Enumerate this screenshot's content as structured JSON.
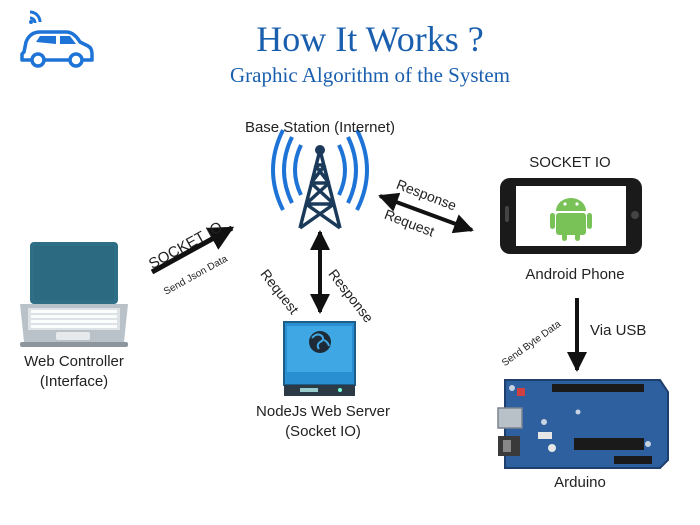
{
  "header": {
    "title": "How It Works ?",
    "subtitle": "Graphic Algorithm of the System"
  },
  "nodes": {
    "base_station": "Base Station (Internet)",
    "web_controller": [
      "Web Controller",
      "(Interface)"
    ],
    "android_phone": {
      "top_label": "SOCKET IO",
      "label": "Android Phone"
    },
    "node_server": [
      "NodeJs Web Server",
      "(Socket IO)"
    ],
    "arduino": "Arduino"
  },
  "edges": {
    "web_to_station": {
      "label": "SOCKET IO",
      "sublabel": "Send Json Data"
    },
    "station_phone": {
      "response": "Response",
      "request": "Request"
    },
    "station_server": {
      "request": "Request",
      "response": "Response"
    },
    "phone_to_arduino": {
      "via": "Via USB",
      "sublabel": "Send Byte Data"
    }
  },
  "colors": {
    "title": "#1a5fae",
    "icon_blue": "#1e73d6",
    "laptop": "#2f6f86",
    "android": "#78c257",
    "arduino": "#2e5f9e",
    "server": "#2a8fd0"
  },
  "icons": [
    "car-wifi-icon",
    "tower-icon",
    "laptop-icon",
    "phone-icon",
    "android-icon",
    "server-icon",
    "globe-icon",
    "arduino-board-icon"
  ]
}
